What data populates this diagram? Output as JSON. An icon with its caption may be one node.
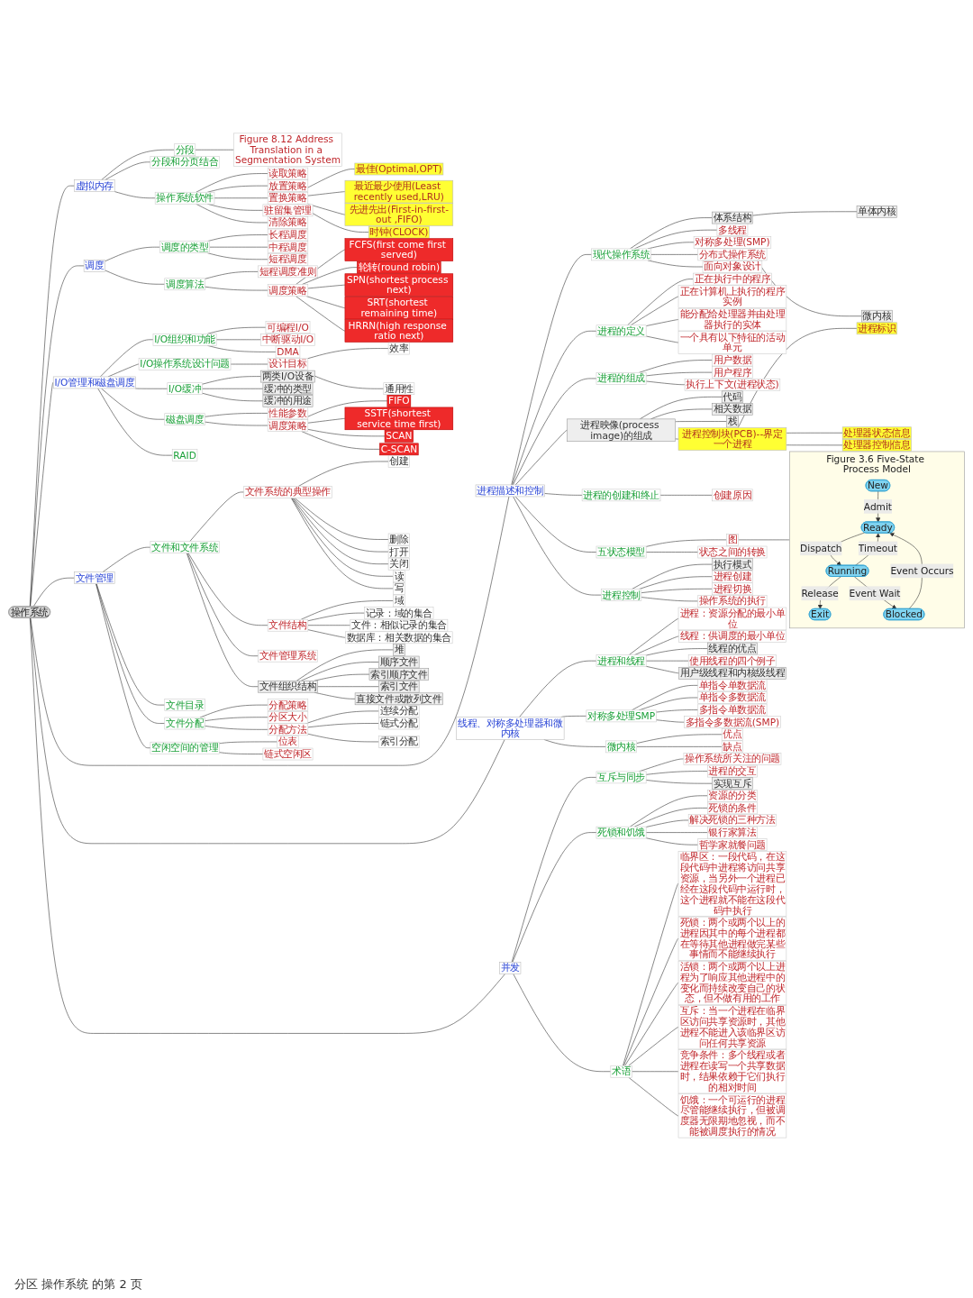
{
  "diagram": {
    "nodes": [
      {
        "text": [
          "操作系统"
        ]
      },
      {
        "text": [
          "虚拟内存"
        ]
      },
      {
        "text": [
          "分段"
        ]
      },
      {
        "text": [
          "Figure 8.12 Address Translation in a Segmentation System"
        ]
      },
      {
        "text": [
          "分段和分页结合"
        ]
      },
      {
        "text": [
          "操作系统软件"
        ]
      },
      {
        "text": [
          "读取策略"
        ]
      },
      {
        "text": [
          "放置策略"
        ]
      },
      {
        "text": [
          "置换策略"
        ]
      },
      {
        "text": [
          "最佳(Optimal,OPT)"
        ]
      },
      {
        "text": [
          "最近最少使用(Least recently used,LRU)"
        ]
      },
      {
        "text": [
          "先进先出(First-in-first-out ,FIFO)"
        ]
      },
      {
        "text": [
          "时钟(CLOCK)"
        ]
      },
      {
        "text": [
          "驻留集管理"
        ]
      },
      {
        "text": [
          "清除策略"
        ]
      },
      {
        "text": [
          "调度"
        ]
      },
      {
        "text": [
          "调度的类型"
        ]
      },
      {
        "text": [
          "长程调度"
        ]
      },
      {
        "text": [
          "中程调度"
        ]
      },
      {
        "text": [
          "短程调度"
        ]
      },
      {
        "text": [
          "调度算法"
        ]
      },
      {
        "text": [
          "短程调度准则"
        ]
      },
      {
        "text": [
          "调度策略"
        ]
      },
      {
        "text": [
          "FCFS(first come first served)"
        ]
      },
      {
        "text": [
          "轮转(round robin)"
        ]
      },
      {
        "text": [
          "SPN(shortest process next)"
        ]
      },
      {
        "text": [
          "SRT(shortest remaining time)"
        ]
      },
      {
        "text": [
          "HRRN(high response ratio next)"
        ]
      },
      {
        "text": [
          "I/O管理和磁盘调度"
        ]
      },
      {
        "text": [
          "I/O组织和功能"
        ]
      },
      {
        "text": [
          "可编程I/O"
        ]
      },
      {
        "text": [
          "中断驱动I/O"
        ]
      },
      {
        "text": [
          "DMA"
        ]
      },
      {
        "text": [
          "I/O操作系统设计问题"
        ]
      },
      {
        "text": [
          "设计目标"
        ]
      },
      {
        "text": [
          "效率"
        ]
      },
      {
        "text": [
          "通用性"
        ]
      },
      {
        "text": [
          "I/O缓冲"
        ]
      },
      {
        "text": [
          "两类I/O设备"
        ]
      },
      {
        "text": [
          "缓冲的类型"
        ]
      },
      {
        "text": [
          "缓冲的用途"
        ]
      },
      {
        "text": [
          "磁盘调度"
        ]
      },
      {
        "text": [
          "性能参数"
        ]
      },
      {
        "text": [
          "调度策略"
        ]
      },
      {
        "text": [
          "FIFO"
        ]
      },
      {
        "text": [
          "SSTF(shortest service time first)"
        ]
      },
      {
        "text": [
          "SCAN"
        ]
      },
      {
        "text": [
          "C-SCAN"
        ]
      },
      {
        "text": [
          "RAID"
        ]
      },
      {
        "text": [
          "文件管理"
        ]
      },
      {
        "text": [
          "文件和文件系统"
        ]
      },
      {
        "text": [
          "文件系统的典型操作"
        ]
      },
      {
        "text": [
          "创建"
        ]
      },
      {
        "text": [
          "删除"
        ]
      },
      {
        "text": [
          "打开"
        ]
      },
      {
        "text": [
          "关闭"
        ]
      },
      {
        "text": [
          "读"
        ]
      },
      {
        "text": [
          "写"
        ]
      },
      {
        "text": [
          "文件结构"
        ]
      },
      {
        "text": [
          "域"
        ]
      },
      {
        "text": [
          "记录：域的集合"
        ]
      },
      {
        "text": [
          "文件：相似记录的集合"
        ]
      },
      {
        "text": [
          "数据库：相关数据的集合"
        ]
      },
      {
        "text": [
          "文件管理系统"
        ]
      },
      {
        "text": [
          "文件组织结构"
        ]
      },
      {
        "text": [
          "堆"
        ]
      },
      {
        "text": [
          "顺序文件"
        ]
      },
      {
        "text": [
          "索引顺序文件"
        ]
      },
      {
        "text": [
          "索引文件"
        ]
      },
      {
        "text": [
          "直接文件或散列文件"
        ]
      },
      {
        "text": [
          "文件目录"
        ]
      },
      {
        "text": [
          "文件分配"
        ]
      },
      {
        "text": [
          "分配策略"
        ]
      },
      {
        "text": [
          "分区大小"
        ]
      },
      {
        "text": [
          "分配方法"
        ]
      },
      {
        "text": [
          "连续分配"
        ]
      },
      {
        "text": [
          "链式分配"
        ]
      },
      {
        "text": [
          "索引分配"
        ]
      },
      {
        "text": [
          "空闲空间的管理"
        ]
      },
      {
        "text": [
          "位表"
        ]
      },
      {
        "text": [
          "链式空闲区"
        ]
      },
      {
        "text": [
          "进程描述和控制"
        ]
      },
      {
        "text": [
          "现代操作系统"
        ]
      },
      {
        "text": [
          "体系结构"
        ]
      },
      {
        "text": [
          "单体内核"
        ]
      },
      {
        "text": [
          "微内核"
        ]
      },
      {
        "text": [
          "多线程"
        ]
      },
      {
        "text": [
          "对称多处理(SMP)"
        ]
      },
      {
        "text": [
          "分布式操作系统"
        ]
      },
      {
        "text": [
          "面向对象设计"
        ]
      },
      {
        "text": [
          "进程的定义"
        ]
      },
      {
        "text": [
          "正在执行中的程序"
        ]
      },
      {
        "text": [
          "正在计算机上执行的程序实例"
        ]
      },
      {
        "text": [
          "能分配给处理器并由处理器执行的实体"
        ]
      },
      {
        "text": [
          "一个具有以下特征的活动单元"
        ]
      },
      {
        "text": [
          "进程的组成"
        ]
      },
      {
        "text": [
          "用户数据"
        ]
      },
      {
        "text": [
          "用户程序"
        ]
      },
      {
        "text": [
          "执行上下文(进程状态)"
        ]
      },
      {
        "text": [
          "进程映像(process image)的组成"
        ]
      },
      {
        "text": [
          "代码"
        ]
      },
      {
        "text": [
          "相关数据"
        ]
      },
      {
        "text": [
          "栈"
        ]
      },
      {
        "text": [
          "进程控制块(PCB)--界定一个进程"
        ]
      },
      {
        "text": [
          "进程标识"
        ]
      },
      {
        "text": [
          "处理器状态信息"
        ]
      },
      {
        "text": [
          "处理器控制信息"
        ]
      },
      {
        "text": [
          "进程的创建和终止"
        ]
      },
      {
        "text": [
          "创建原因"
        ]
      },
      {
        "text": [
          "五状态模型"
        ]
      },
      {
        "text": [
          "图"
        ]
      },
      {
        "text": [
          "Figure 3.6 Five-State Process Model"
        ]
      },
      {
        "text": [
          "New"
        ],
        "in": 111
      },
      {
        "text": [
          "Ready"
        ],
        "in": 111
      },
      {
        "text": [
          "Running"
        ],
        "in": 111
      },
      {
        "text": [
          "Exit"
        ],
        "in": 111
      },
      {
        "text": [
          "Blocked"
        ],
        "in": 111
      },
      {
        "text": [
          "状态之间的转换"
        ]
      },
      {
        "text": [
          "进程控制"
        ]
      },
      {
        "text": [
          "执行模式"
        ]
      },
      {
        "text": [
          "进程创建"
        ]
      },
      {
        "text": [
          "进程切换"
        ]
      },
      {
        "text": [
          "操作系统的执行"
        ]
      },
      {
        "text": [
          "线程、对称多处理器和微内核"
        ]
      },
      {
        "text": [
          "进程和线程"
        ]
      },
      {
        "text": [
          "进程：资源分配的最小单位"
        ]
      },
      {
        "text": [
          "线程：供调度的最小单位"
        ]
      },
      {
        "text": [
          "线程的优点"
        ]
      },
      {
        "text": [
          "使用线程的四个例子"
        ]
      },
      {
        "text": [
          "用户级线程和内核级线程"
        ]
      },
      {
        "text": [
          "对称多处理SMP"
        ]
      },
      {
        "text": [
          "单指令单数据流"
        ]
      },
      {
        "text": [
          "单指令多数据流"
        ]
      },
      {
        "text": [
          "多指令单数据流"
        ]
      },
      {
        "text": [
          "多指令多数据流(SMP)"
        ]
      },
      {
        "text": [
          "微内核"
        ]
      },
      {
        "text": [
          "优点"
        ]
      },
      {
        "text": [
          "缺点"
        ]
      },
      {
        "text": [
          "并发"
        ]
      },
      {
        "text": [
          "互斥与同步"
        ]
      },
      {
        "text": [
          "操作系统所关注的问题"
        ]
      },
      {
        "text": [
          "进程的交互"
        ]
      },
      {
        "text": [
          "实现互斥"
        ]
      },
      {
        "text": [
          "死锁和饥饿"
        ]
      },
      {
        "text": [
          "资源的分类"
        ]
      },
      {
        "text": [
          "死锁的条件"
        ]
      },
      {
        "text": [
          "解决死锁的三种方法"
        ]
      },
      {
        "text": [
          "银行家算法"
        ]
      },
      {
        "text": [
          "哲学家就餐问题"
        ]
      },
      {
        "text": [
          "术语"
        ]
      },
      {
        "text": [
          "临界区：一段代码，在这段代码中进程将访问共享资源，当另外一个进程已经在这段代码中运行时，这个进程就不能在这段代码中执行"
        ]
      },
      {
        "text": [
          "死锁：两个或两个以上的进程因其中的每个进程都在等待其他进程做完某些事情而不能继续执行"
        ]
      },
      {
        "text": [
          "活锁：两个或两个以上进程为了响应其他进程中的变化而持续改变自己的状态，但不做有用的工作"
        ]
      },
      {
        "text": [
          "互斥：当一个进程在临界区访问共享资源时，其他进程不能进入该临界区访问任何共享资源"
        ]
      },
      {
        "text": [
          "竞争条件：多个线程或者进程在读写一个共享数据时，结果依赖于它们执行的相对时间"
        ]
      },
      {
        "text": [
          "饥饿：一个可运行的进程尽管能继续执行，但被调度器无限期地忽视，而不能被调度执行的情况"
        ]
      }
    ],
    "edges": [
      {
        "from": 0,
        "to": 1,
        "arrow": "none"
      },
      {
        "from": 1,
        "to": 2,
        "arrow": "none"
      },
      {
        "from": 2,
        "to": 3,
        "arrow": "none"
      },
      {
        "from": 1,
        "to": 4,
        "arrow": "none"
      },
      {
        "from": 1,
        "to": 5,
        "arrow": "none"
      },
      {
        "from": 5,
        "to": 6,
        "arrow": "none"
      },
      {
        "from": 5,
        "to": 7,
        "arrow": "none"
      },
      {
        "from": 5,
        "to": 8,
        "arrow": "none"
      },
      {
        "from": 8,
        "to": 9,
        "arrow": "none"
      },
      {
        "from": 8,
        "to": 10,
        "arrow": "none"
      },
      {
        "from": 8,
        "to": 11,
        "arrow": "none"
      },
      {
        "from": 8,
        "to": 12,
        "arrow": "none"
      },
      {
        "from": 5,
        "to": 13,
        "arrow": "none"
      },
      {
        "from": 5,
        "to": 14,
        "arrow": "none"
      },
      {
        "from": 0,
        "to": 15,
        "arrow": "none"
      },
      {
        "from": 15,
        "to": 16,
        "arrow": "none"
      },
      {
        "from": 16,
        "to": 17,
        "arrow": "none"
      },
      {
        "from": 16,
        "to": 18,
        "arrow": "none"
      },
      {
        "from": 16,
        "to": 19,
        "arrow": "none"
      },
      {
        "from": 15,
        "to": 20,
        "arrow": "none"
      },
      {
        "from": 20,
        "to": 21,
        "arrow": "none"
      },
      {
        "from": 20,
        "to": 22,
        "arrow": "none"
      },
      {
        "from": 22,
        "to": 23,
        "arrow": "none"
      },
      {
        "from": 22,
        "to": 24,
        "arrow": "none"
      },
      {
        "from": 22,
        "to": 25,
        "arrow": "none"
      },
      {
        "from": 22,
        "to": 26,
        "arrow": "none"
      },
      {
        "from": 22,
        "to": 27,
        "arrow": "none"
      },
      {
        "from": 0,
        "to": 28,
        "arrow": "none"
      },
      {
        "from": 28,
        "to": 29,
        "arrow": "none"
      },
      {
        "from": 29,
        "to": 30,
        "arrow": "none"
      },
      {
        "from": 29,
        "to": 31,
        "arrow": "none"
      },
      {
        "from": 29,
        "to": 32,
        "arrow": "none"
      },
      {
        "from": 28,
        "to": 33,
        "arrow": "none"
      },
      {
        "from": 33,
        "to": 34,
        "arrow": "none"
      },
      {
        "from": 34,
        "to": 35,
        "arrow": "none"
      },
      {
        "from": 34,
        "to": 36,
        "arrow": "none"
      },
      {
        "from": 28,
        "to": 37,
        "arrow": "none"
      },
      {
        "from": 37,
        "to": 38,
        "arrow": "none"
      },
      {
        "from": 37,
        "to": 39,
        "arrow": "none"
      },
      {
        "from": 37,
        "to": 40,
        "arrow": "none"
      },
      {
        "from": 28,
        "to": 41,
        "arrow": "none"
      },
      {
        "from": 41,
        "to": 42,
        "arrow": "none"
      },
      {
        "from": 41,
        "to": 43,
        "arrow": "none"
      },
      {
        "from": 43,
        "to": 44,
        "arrow": "none"
      },
      {
        "from": 43,
        "to": 45,
        "arrow": "none"
      },
      {
        "from": 43,
        "to": 46,
        "arrow": "none"
      },
      {
        "from": 43,
        "to": 47,
        "arrow": "none"
      },
      {
        "from": 28,
        "to": 48,
        "arrow": "none"
      },
      {
        "from": 0,
        "to": 49,
        "arrow": "none"
      },
      {
        "from": 49,
        "to": 50,
        "arrow": "none"
      },
      {
        "from": 50,
        "to": 51,
        "arrow": "none"
      },
      {
        "from": 51,
        "to": 52,
        "arrow": "none"
      },
      {
        "from": 51,
        "to": 53,
        "arrow": "none"
      },
      {
        "from": 51,
        "to": 54,
        "arrow": "none"
      },
      {
        "from": 51,
        "to": 55,
        "arrow": "none"
      },
      {
        "from": 51,
        "to": 56,
        "arrow": "none"
      },
      {
        "from": 51,
        "to": 57,
        "arrow": "none"
      },
      {
        "from": 50,
        "to": 58,
        "arrow": "none"
      },
      {
        "from": 58,
        "to": 59,
        "arrow": "none"
      },
      {
        "from": 58,
        "to": 60,
        "arrow": "none"
      },
      {
        "from": 58,
        "to": 61,
        "arrow": "none"
      },
      {
        "from": 58,
        "to": 62,
        "arrow": "none"
      },
      {
        "from": 50,
        "to": 63,
        "arrow": "none"
      },
      {
        "from": 50,
        "to": 64,
        "arrow": "none"
      },
      {
        "from": 64,
        "to": 65,
        "arrow": "none"
      },
      {
        "from": 64,
        "to": 66,
        "arrow": "none"
      },
      {
        "from": 64,
        "to": 67,
        "arrow": "none"
      },
      {
        "from": 64,
        "to": 68,
        "arrow": "none"
      },
      {
        "from": 64,
        "to": 69,
        "arrow": "none"
      },
      {
        "from": 49,
        "to": 70,
        "arrow": "none"
      },
      {
        "from": 49,
        "to": 71,
        "arrow": "none"
      },
      {
        "from": 71,
        "to": 72,
        "arrow": "none"
      },
      {
        "from": 71,
        "to": 73,
        "arrow": "none"
      },
      {
        "from": 71,
        "to": 74,
        "arrow": "none"
      },
      {
        "from": 74,
        "to": 75,
        "arrow": "none"
      },
      {
        "from": 74,
        "to": 76,
        "arrow": "none"
      },
      {
        "from": 74,
        "to": 77,
        "arrow": "none"
      },
      {
        "from": 49,
        "to": 78,
        "arrow": "none"
      },
      {
        "from": 78,
        "to": 79,
        "arrow": "none"
      },
      {
        "from": 78,
        "to": 80,
        "arrow": "none"
      },
      {
        "from": 0,
        "to": 81,
        "arrow": "none"
      },
      {
        "from": 81,
        "to": 82,
        "arrow": "none"
      },
      {
        "from": 82,
        "to": 83,
        "arrow": "none"
      },
      {
        "from": 83,
        "to": 84,
        "arrow": "none"
      },
      {
        "from": 83,
        "to": 85,
        "arrow": "none"
      },
      {
        "from": 82,
        "to": 86,
        "arrow": "none"
      },
      {
        "from": 82,
        "to": 87,
        "arrow": "none"
      },
      {
        "from": 82,
        "to": 88,
        "arrow": "none"
      },
      {
        "from": 82,
        "to": 89,
        "arrow": "none"
      },
      {
        "from": 81,
        "to": 90,
        "arrow": "none"
      },
      {
        "from": 90,
        "to": 91,
        "arrow": "none"
      },
      {
        "from": 90,
        "to": 92,
        "arrow": "none"
      },
      {
        "from": 90,
        "to": 93,
        "arrow": "none"
      },
      {
        "from": 90,
        "to": 94,
        "arrow": "none"
      },
      {
        "from": 81,
        "to": 95,
        "arrow": "none"
      },
      {
        "from": 95,
        "to": 96,
        "arrow": "none"
      },
      {
        "from": 95,
        "to": 97,
        "arrow": "none"
      },
      {
        "from": 95,
        "to": 98,
        "arrow": "none"
      },
      {
        "from": 81,
        "to": 99,
        "arrow": "none"
      },
      {
        "from": 99,
        "to": 100,
        "arrow": "none"
      },
      {
        "from": 99,
        "to": 101,
        "arrow": "none"
      },
      {
        "from": 99,
        "to": 102,
        "arrow": "none"
      },
      {
        "from": 99,
        "to": 103,
        "arrow": "none"
      },
      {
        "from": 103,
        "to": 104,
        "arrow": "none"
      },
      {
        "from": 103,
        "to": 105,
        "arrow": "none"
      },
      {
        "from": 103,
        "to": 106,
        "arrow": "none"
      },
      {
        "from": 81,
        "to": 107,
        "arrow": "none"
      },
      {
        "from": 107,
        "to": 108,
        "arrow": "none"
      },
      {
        "from": 81,
        "to": 109,
        "arrow": "none"
      },
      {
        "from": 109,
        "to": 110,
        "arrow": "none"
      },
      {
        "from": 110,
        "to": 111,
        "arrow": "none"
      },
      {
        "from": 112,
        "to": 113,
        "label": "Admit",
        "arrow": "to"
      },
      {
        "from": 113,
        "to": 114,
        "label": "Dispatch",
        "arrow": "to"
      },
      {
        "from": 114,
        "to": 113,
        "label": "Timeout",
        "arrow": "to"
      },
      {
        "from": 114,
        "to": 115,
        "label": "Release",
        "arrow": "to"
      },
      {
        "from": 114,
        "to": 116,
        "label": "Event Wait",
        "arrow": "to"
      },
      {
        "from": 116,
        "to": 113,
        "label": "Event Occurs",
        "arrow": "to"
      },
      {
        "from": 109,
        "to": 117,
        "arrow": "none"
      },
      {
        "from": 81,
        "to": 118,
        "arrow": "none"
      },
      {
        "from": 118,
        "to": 119,
        "arrow": "none"
      },
      {
        "from": 118,
        "to": 120,
        "arrow": "none"
      },
      {
        "from": 118,
        "to": 121,
        "arrow": "none"
      },
      {
        "from": 118,
        "to": 122,
        "arrow": "none"
      },
      {
        "from": 0,
        "to": 123,
        "arrow": "none"
      },
      {
        "from": 123,
        "to": 124,
        "arrow": "none"
      },
      {
        "from": 124,
        "to": 125,
        "arrow": "none"
      },
      {
        "from": 124,
        "to": 126,
        "arrow": "none"
      },
      {
        "from": 124,
        "to": 127,
        "arrow": "none"
      },
      {
        "from": 124,
        "to": 128,
        "arrow": "none"
      },
      {
        "from": 124,
        "to": 129,
        "arrow": "none"
      },
      {
        "from": 123,
        "to": 130,
        "arrow": "none"
      },
      {
        "from": 130,
        "to": 131,
        "arrow": "none"
      },
      {
        "from": 130,
        "to": 132,
        "arrow": "none"
      },
      {
        "from": 130,
        "to": 133,
        "arrow": "none"
      },
      {
        "from": 130,
        "to": 134,
        "arrow": "none"
      },
      {
        "from": 123,
        "to": 135,
        "arrow": "none"
      },
      {
        "from": 135,
        "to": 136,
        "arrow": "none"
      },
      {
        "from": 135,
        "to": 137,
        "arrow": "none"
      },
      {
        "from": 0,
        "to": 138,
        "arrow": "none"
      },
      {
        "from": 138,
        "to": 139,
        "arrow": "none"
      },
      {
        "from": 139,
        "to": 140,
        "arrow": "none"
      },
      {
        "from": 139,
        "to": 141,
        "arrow": "none"
      },
      {
        "from": 139,
        "to": 142,
        "arrow": "none"
      },
      {
        "from": 138,
        "to": 143,
        "arrow": "none"
      },
      {
        "from": 143,
        "to": 144,
        "arrow": "none"
      },
      {
        "from": 143,
        "to": 145,
        "arrow": "none"
      },
      {
        "from": 143,
        "to": 146,
        "arrow": "none"
      },
      {
        "from": 143,
        "to": 147,
        "arrow": "none"
      },
      {
        "from": 143,
        "to": 148,
        "arrow": "none"
      },
      {
        "from": 138,
        "to": 149,
        "arrow": "none"
      },
      {
        "from": 149,
        "to": 150,
        "arrow": "none"
      },
      {
        "from": 149,
        "to": 151,
        "arrow": "none"
      },
      {
        "from": 149,
        "to": 152,
        "arrow": "none"
      },
      {
        "from": 149,
        "to": 153,
        "arrow": "none"
      },
      {
        "from": 149,
        "to": 154,
        "arrow": "none"
      },
      {
        "from": 149,
        "to": 155,
        "arrow": "none"
      }
    ],
    "labels": [
      "分区 操作系统 的第 2 页"
    ]
  }
}
